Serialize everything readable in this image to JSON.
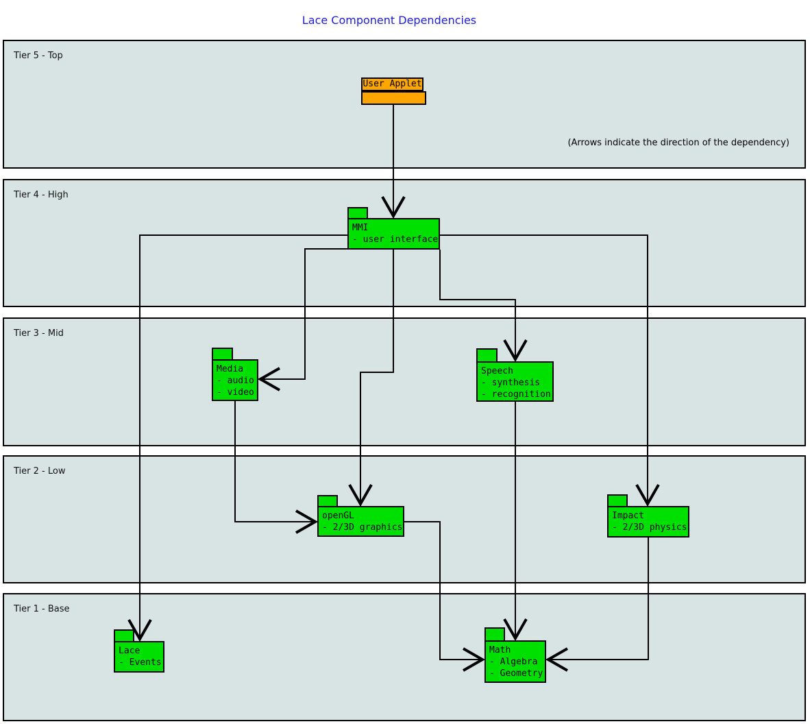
{
  "title": "Lace Component Dependencies",
  "annotation": "(Arrows indicate the direction of the dependency)",
  "colors": {
    "node_green": "#00e000",
    "node_orange": "#ffa500",
    "tier_fill": "#d8e3e3",
    "title_color": "#1c1ce0",
    "line_color": "#000000"
  },
  "tiers": [
    {
      "label": "Tier 5 - Top"
    },
    {
      "label": "Tier 4 - High"
    },
    {
      "label": "Tier 3 - Mid"
    },
    {
      "label": "Tier 2 - Low"
    },
    {
      "label": "Tier 1 - Base"
    }
  ],
  "nodes": {
    "user_applet": {
      "label": "User Applet"
    },
    "mmi": {
      "title": "MMI",
      "lines": [
        "- user interface"
      ]
    },
    "media": {
      "title": "Media",
      "lines": [
        "- audio",
        "- video"
      ]
    },
    "speech": {
      "title": "Speech",
      "lines": [
        "- synthesis",
        "- recognition"
      ]
    },
    "opengl": {
      "title": "openGL",
      "lines": [
        "- 2/3D graphics"
      ]
    },
    "impact": {
      "title": "Impact",
      "lines": [
        "- 2/3D physics"
      ]
    },
    "lace": {
      "title": "Lace",
      "lines": [
        "- Events"
      ]
    },
    "math": {
      "title": "Math",
      "lines": [
        "- Algebra",
        "- Geometry"
      ]
    }
  }
}
